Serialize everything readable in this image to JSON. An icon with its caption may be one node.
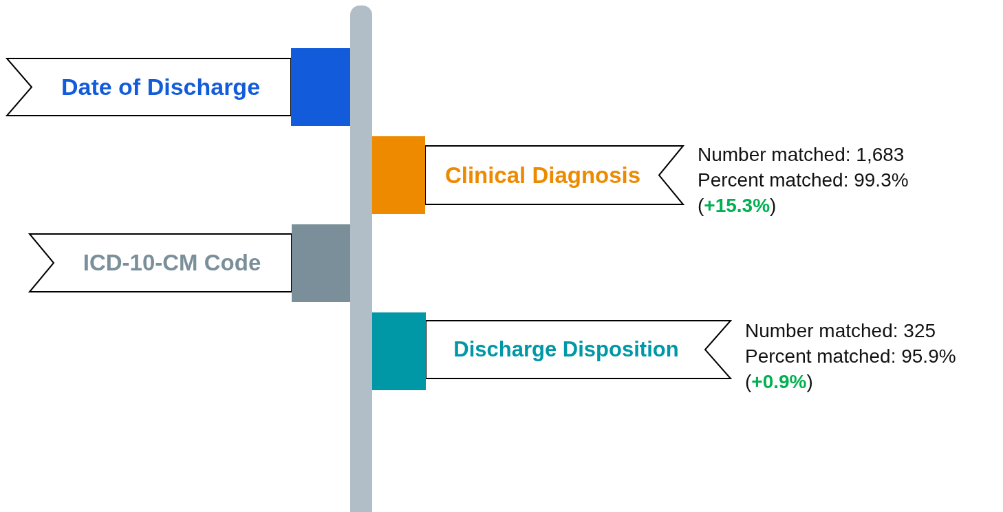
{
  "diagram": {
    "nodes": [
      {
        "text": [
          "Date of Discharge"
        ]
      },
      {
        "text": [
          "Clinical Diagnosis"
        ],
        "beside": [
          "Number matched: 1,683",
          "Percent matched: 99.3%",
          "(**+15.3%**)"
        ]
      },
      {
        "text": [
          "ICD-10-CM Code"
        ]
      },
      {
        "text": [
          "Discharge Disposition"
        ],
        "beside": [
          "Number matched: 325",
          "Percent matched: 95.9%",
          "(**+0.9%**)"
        ]
      },
      {
        "text": [],
        "shape": "bar"
      }
    ]
  }
}
